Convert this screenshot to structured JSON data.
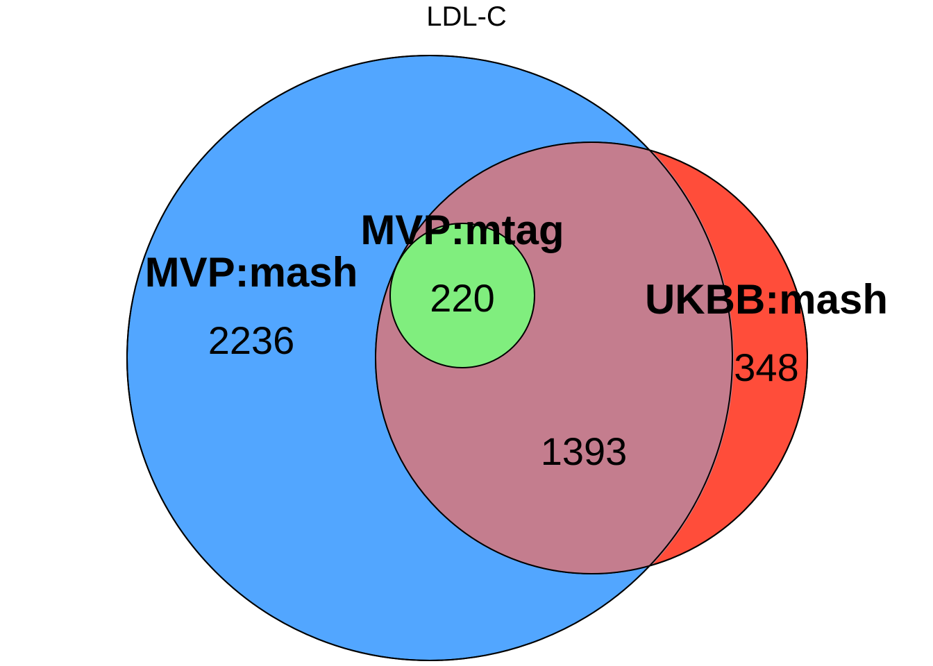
{
  "diagram": {
    "type": "venn",
    "title": "LDL-C",
    "sets": [
      {
        "id": "mvp_mash",
        "label": "MVP:mash",
        "color": "#52A6FF"
      },
      {
        "id": "ukbb_mash",
        "label": "UKBB:mash",
        "color": "#FF4D3A"
      },
      {
        "id": "mvp_mtag",
        "label": "MVP:mtag",
        "color": "#80EE7E"
      }
    ],
    "overlap_color": "#C47D8E",
    "regions": {
      "mvp_mash_only": "2236",
      "ukbb_mash_only": "348",
      "mvp_mash_and_ukbb_mash": "1393",
      "all_three": "220"
    }
  }
}
